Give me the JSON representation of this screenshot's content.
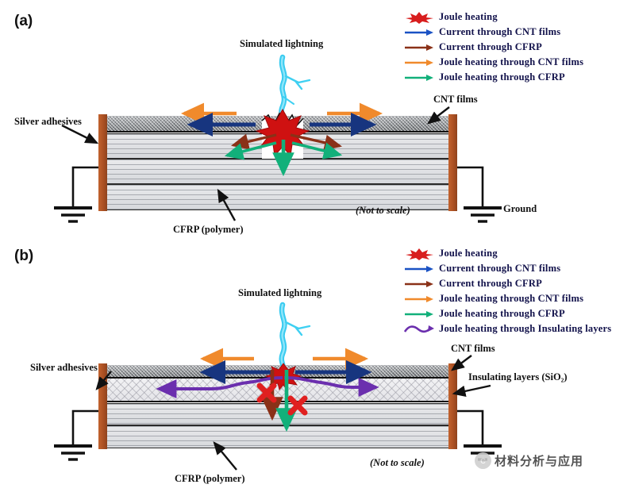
{
  "figure": {
    "panels": [
      {
        "id": "a",
        "label": "(a)",
        "lightning_label": "Simulated lightning",
        "scale_note": "(Not to scale)",
        "annotations": {
          "left": "Silver adhesives",
          "top_right": "CNT films",
          "bottom_left": "CFRP (polymer)",
          "ground": "Ground"
        },
        "legend": [
          {
            "label": "Joule heating",
            "color": "#d81e1e",
            "marker": "starburst"
          },
          {
            "label": "Current through CNT films",
            "color": "#1a52c4",
            "marker": "arrow"
          },
          {
            "label": "Current through CFRP",
            "color": "#8a3118",
            "marker": "arrow"
          },
          {
            "label": "Joule heating through CNT films",
            "color": "#f08a2c",
            "marker": "arrow"
          },
          {
            "label": "Joule heating through CFRP",
            "color": "#12b07a",
            "marker": "arrow"
          }
        ]
      },
      {
        "id": "b",
        "label": "(b)",
        "lightning_label": "Simulated lightning",
        "scale_note": "(Not to scale)",
        "annotations": {
          "left": "Silver adhesives",
          "top_right": "CNT films",
          "right_second": "Insulating layers (SiO₂)",
          "bottom_left": "CFRP (polymer)"
        },
        "legend": [
          {
            "label": "Joule heating",
            "color": "#d81e1e",
            "marker": "starburst"
          },
          {
            "label": "Current through CNT films",
            "color": "#1a52c4",
            "marker": "arrow"
          },
          {
            "label": "Current through CFRP",
            "color": "#8a3118",
            "marker": "arrow"
          },
          {
            "label": "Joule heating through CNT films",
            "color": "#f08a2c",
            "marker": "arrow"
          },
          {
            "label": "Joule heating through CFRP",
            "color": "#12b07a",
            "marker": "arrow"
          },
          {
            "label": "Joule heating through Insulating layers",
            "color": "#6b2fae",
            "marker": "wave-arrow"
          }
        ]
      }
    ],
    "watermark": {
      "text": "材料分析与应用",
      "logo_glyph": "C"
    },
    "colors": {
      "joule_red": "#d81e1e",
      "current_cnt_blue": "#17357f",
      "current_cfrp_brown": "#8a3118",
      "heat_cnt_orange": "#f08a2c",
      "heat_cfrp_green": "#12b07a",
      "heat_insul_purple": "#6b2fae",
      "lightning_cyan": "#2ec8ef",
      "adhesive_orange": "#a94f22",
      "blocked_x": "#e02020"
    }
  }
}
